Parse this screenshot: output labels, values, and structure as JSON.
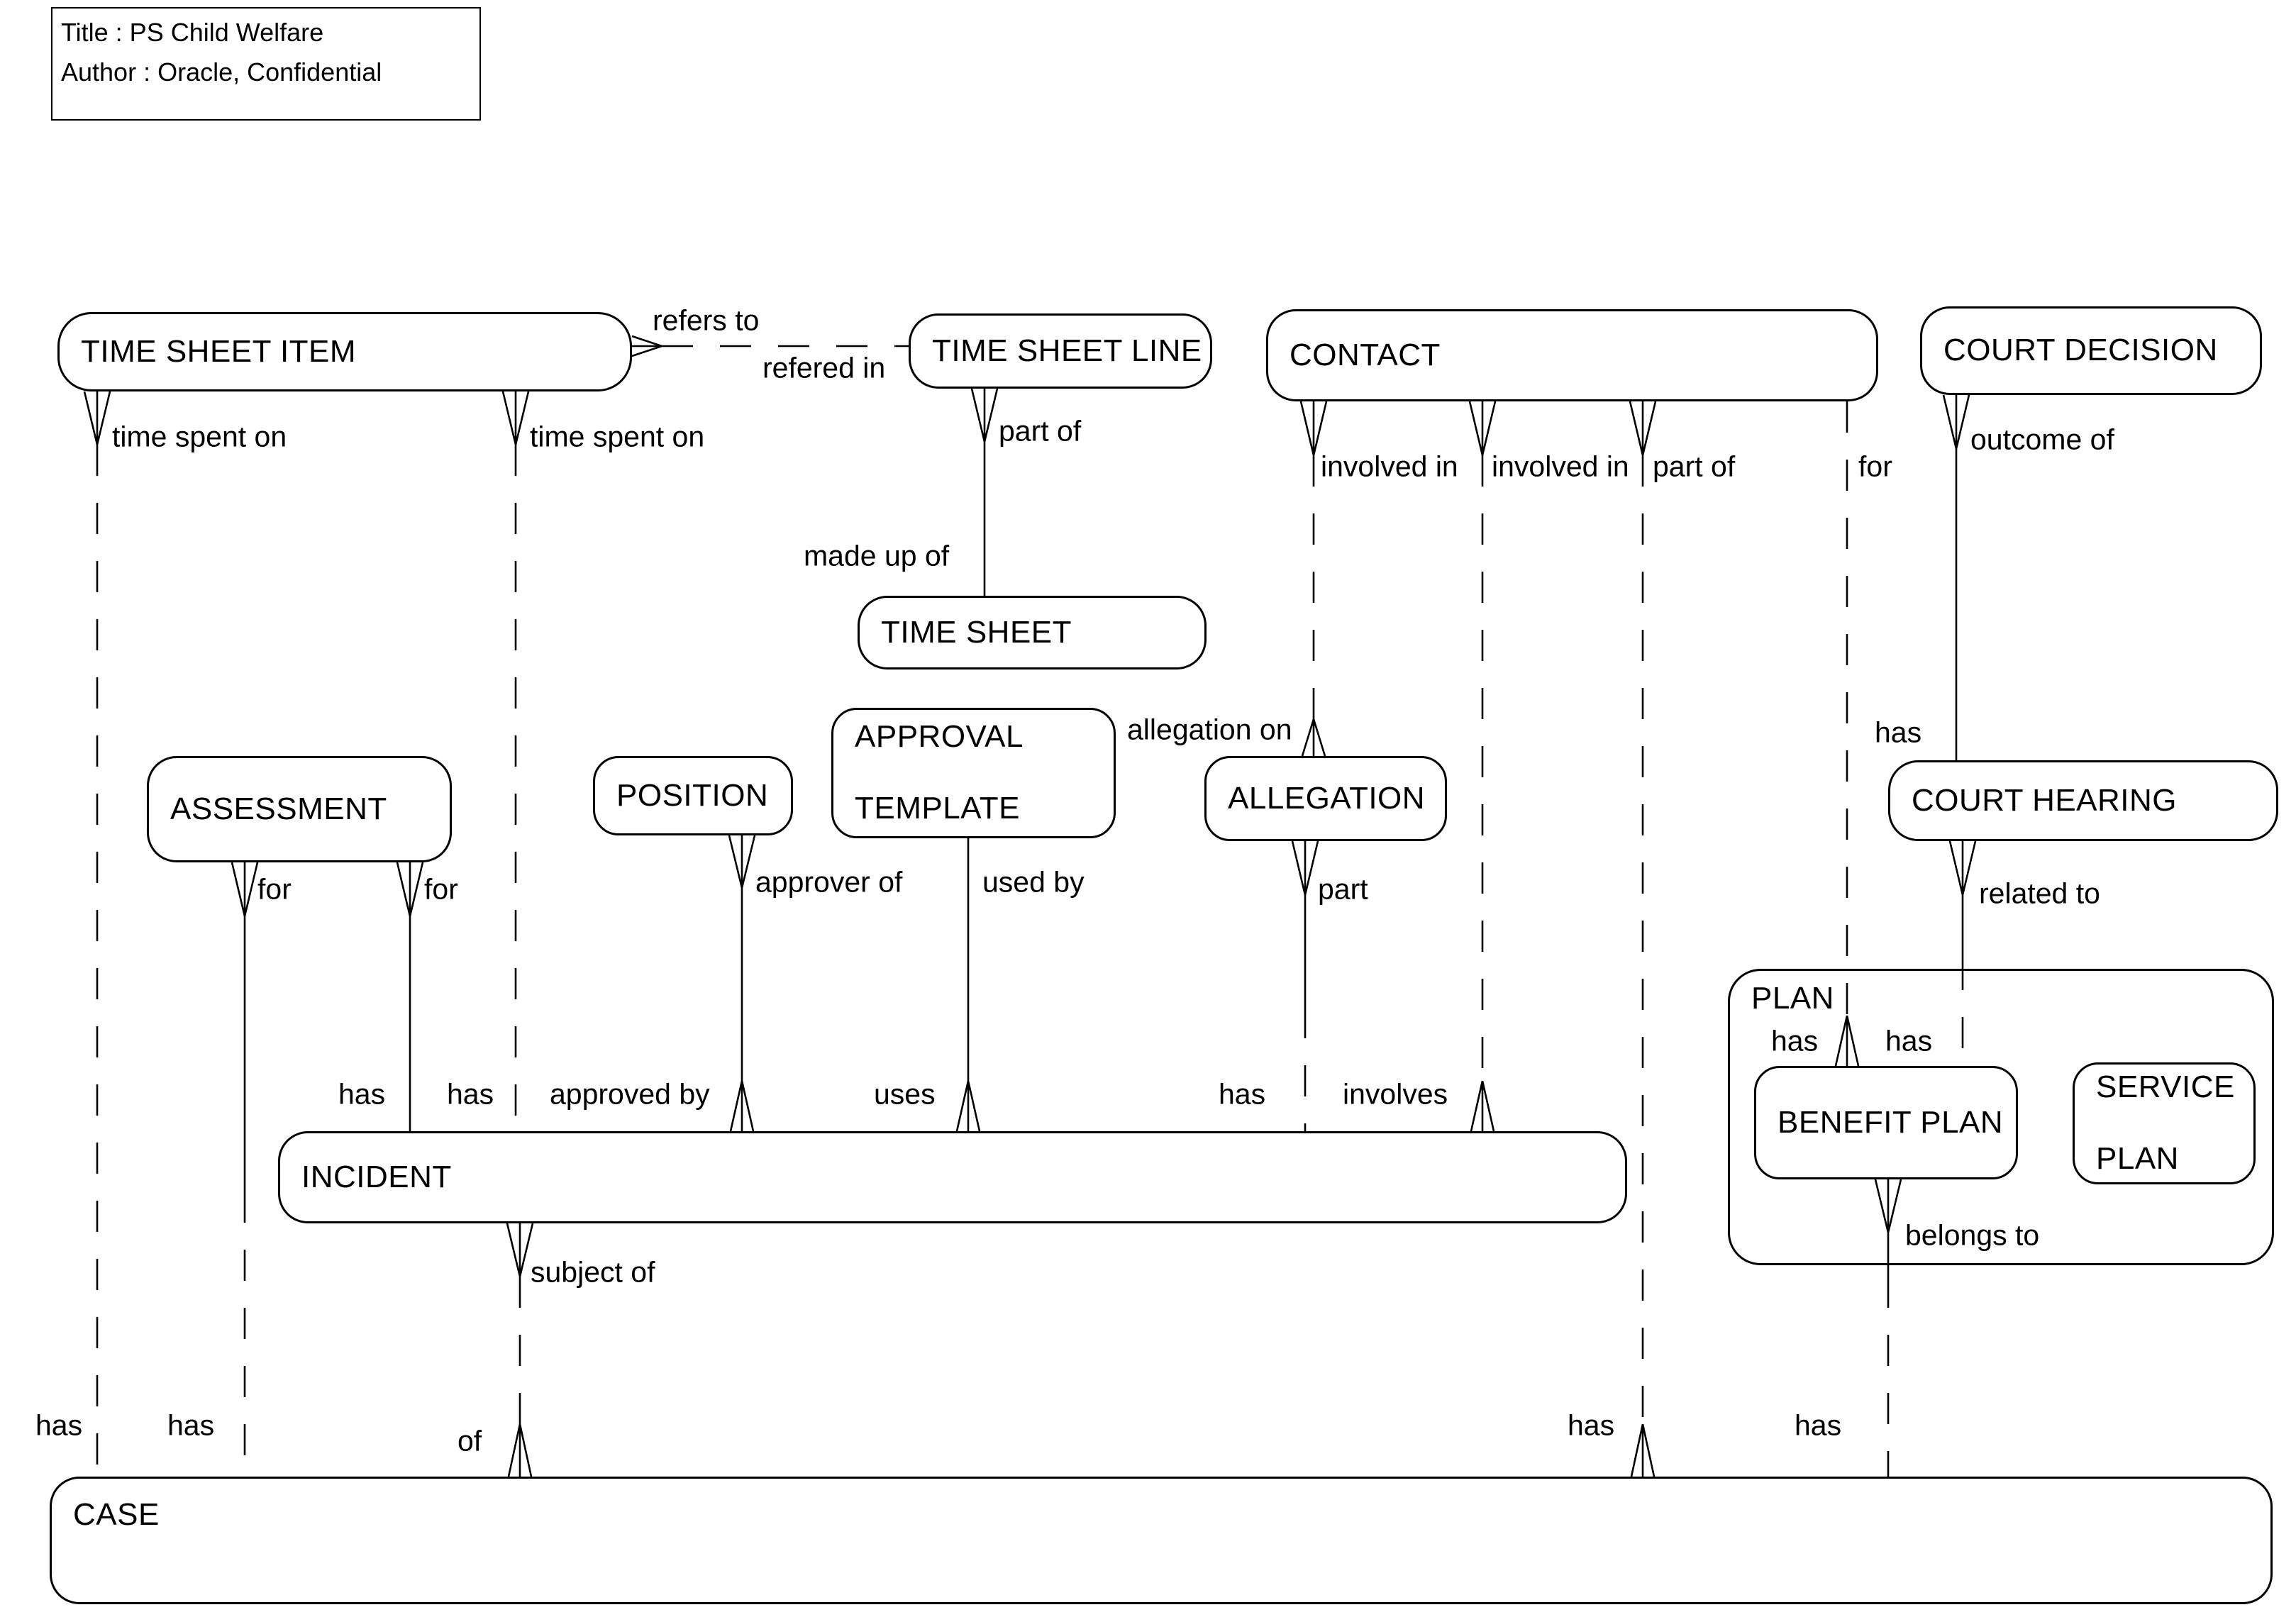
{
  "title_block": {
    "title_line": "Title : PS Child Welfare",
    "author_line": "Author : Oracle, Confidential"
  },
  "entities": {
    "time_sheet_item": {
      "label": "TIME SHEET ITEM"
    },
    "time_sheet_line": {
      "label": "TIME SHEET LINE"
    },
    "contact": {
      "label": "CONTACT"
    },
    "court_decision": {
      "label": "COURT DECISION"
    },
    "time_sheet": {
      "label": "TIME SHEET"
    },
    "assessment": {
      "label": "ASSESSMENT"
    },
    "position": {
      "label": "POSITION"
    },
    "approval_template": {
      "line1": "APPROVAL",
      "line2": "TEMPLATE"
    },
    "allegation": {
      "label": "ALLEGATION"
    },
    "court_hearing": {
      "label": "COURT HEARING"
    },
    "plan": {
      "label": "PLAN"
    },
    "benefit_plan": {
      "label": "BENEFIT PLAN"
    },
    "service_plan": {
      "line1": "SERVICE",
      "line2": "PLAN"
    },
    "incident": {
      "label": "INCIDENT"
    },
    "case": {
      "label": "CASE"
    }
  },
  "relationship_labels": [
    {
      "text": "refers to"
    },
    {
      "text": "refered in"
    },
    {
      "text": "time spent on"
    },
    {
      "text": "time spent on"
    },
    {
      "text": "part of"
    },
    {
      "text": "involved in"
    },
    {
      "text": "involved in"
    },
    {
      "text": "part of"
    },
    {
      "text": "for"
    },
    {
      "text": "outcome of"
    },
    {
      "text": "made up of"
    },
    {
      "text": "allegation on"
    },
    {
      "text": "has"
    },
    {
      "text": "for"
    },
    {
      "text": "for"
    },
    {
      "text": "approver of"
    },
    {
      "text": "used by"
    },
    {
      "text": "part"
    },
    {
      "text": "related to"
    },
    {
      "text": "has"
    },
    {
      "text": "has"
    },
    {
      "text": "has"
    },
    {
      "text": "has"
    },
    {
      "text": "approved by"
    },
    {
      "text": "uses"
    },
    {
      "text": "has"
    },
    {
      "text": "involves"
    },
    {
      "text": "belongs to"
    },
    {
      "text": "subject of"
    },
    {
      "text": "has"
    },
    {
      "text": "has"
    },
    {
      "text": "of"
    },
    {
      "text": "has"
    },
    {
      "text": "has"
    }
  ],
  "relationships": [
    {
      "from": "TIME SHEET ITEM",
      "from_label": "refers to",
      "to": "TIME SHEET LINE",
      "to_label": "refered in"
    },
    {
      "from": "TIME SHEET ITEM",
      "from_label": "time spent on",
      "to": "CASE",
      "to_label": "has"
    },
    {
      "from": "TIME SHEET ITEM",
      "from_label": "time spent on",
      "to": "INCIDENT",
      "to_label": "has"
    },
    {
      "from": "TIME SHEET LINE",
      "from_label": "part of",
      "to": "TIME SHEET",
      "to_label": "made up of"
    },
    {
      "from": "CONTACT",
      "from_label": "involved in",
      "to": "ALLEGATION",
      "to_label": "allegation on"
    },
    {
      "from": "CONTACT",
      "from_label": "involved in",
      "to": "INCIDENT",
      "to_label": "involves"
    },
    {
      "from": "CONTACT",
      "from_label": "part of",
      "to": "CASE",
      "to_label": "has"
    },
    {
      "from": "CONTACT",
      "from_label": "for",
      "to": "BENEFIT PLAN",
      "to_label": "has"
    },
    {
      "from": "COURT DECISION",
      "from_label": "outcome of",
      "to": "COURT HEARING",
      "to_label": "has"
    },
    {
      "from": "COURT HEARING",
      "from_label": "related to",
      "to": "BENEFIT PLAN",
      "to_label": "has"
    },
    {
      "from": "ASSESSMENT",
      "from_label": "for",
      "to": "CASE",
      "to_label": "has"
    },
    {
      "from": "ASSESSMENT",
      "from_label": "for",
      "to": "INCIDENT",
      "to_label": "has"
    },
    {
      "from": "POSITION",
      "from_label": "approver of",
      "to": "INCIDENT",
      "to_label": "approved by"
    },
    {
      "from": "APPROVAL TEMPLATE",
      "from_label": "used by",
      "to": "INCIDENT",
      "to_label": "uses"
    },
    {
      "from": "ALLEGATION",
      "from_label": "part",
      "to": "INCIDENT",
      "to_label": "has"
    },
    {
      "from": "INCIDENT",
      "from_label": "subject of",
      "to": "CASE",
      "to_label": "of"
    },
    {
      "from": "BENEFIT PLAN",
      "from_label": "belongs to",
      "to": "CASE",
      "to_label": "has"
    }
  ]
}
